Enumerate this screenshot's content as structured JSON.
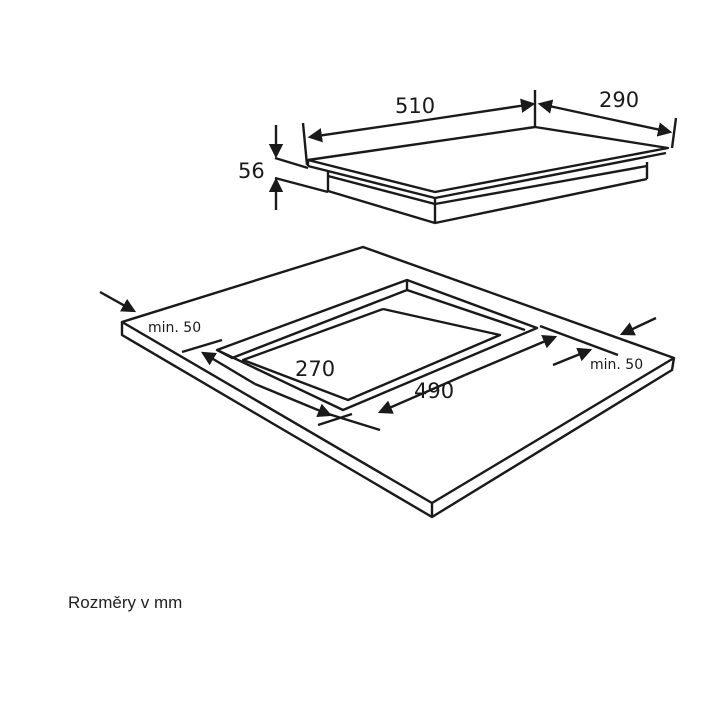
{
  "hob": {
    "width_label": "510",
    "depth_label": "290",
    "height_label": "56"
  },
  "cutout": {
    "depth_label": "270",
    "width_label": "490",
    "min_left_label": "min. 50",
    "min_right_label": "min. 50"
  },
  "caption": "Rozměry v mm",
  "colors": {
    "surface": "#e6e6e8",
    "line": "#1a1a1a"
  }
}
